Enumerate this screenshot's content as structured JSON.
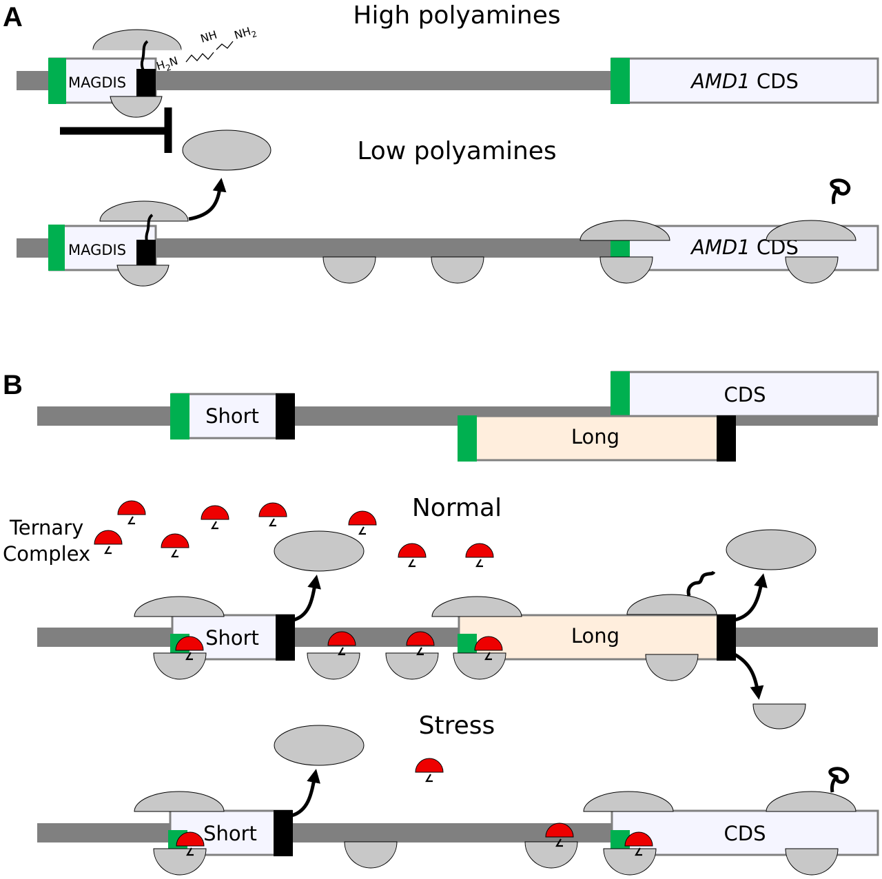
{
  "colors": {
    "mrna": "#808080",
    "start_codon": "#00b050",
    "stop_codon": "#000000",
    "orf_box": "#f5f5ff",
    "long_orf_box": "#ffeedd",
    "ribosome": "#c8c8c8",
    "ternary_complex": "#ee0000"
  },
  "panel_a": {
    "letter": "A",
    "high_title": "High polyamines",
    "low_title": "Low polyamines",
    "uorf_label": "MAGDIS",
    "cds_gene": "AMD1",
    "cds_suffix": " CDS",
    "polyamine": {
      "h2n": "H",
      "sub2": "2",
      "n": "N",
      "nh": "NH",
      "nh2": "NH",
      "nh2_sub": "2"
    }
  },
  "panel_b": {
    "letter": "B",
    "short_label": "Short",
    "long_label": "Long",
    "cds_label": "CDS",
    "normal_title": "Normal",
    "stress_title": "Stress",
    "ternary_line1": "Ternary",
    "ternary_line2": "Complex"
  }
}
